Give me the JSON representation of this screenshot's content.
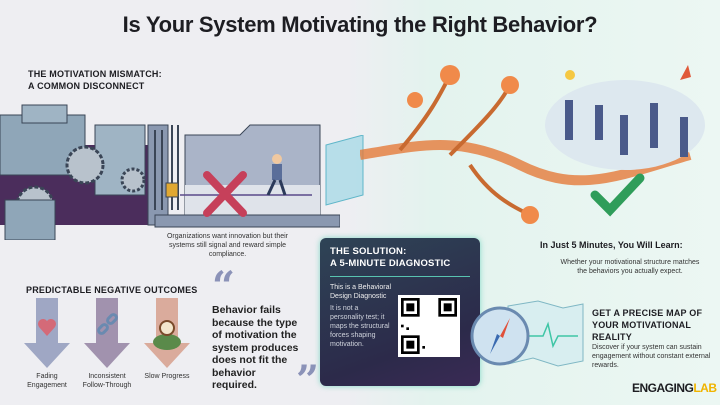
{
  "title": "Is Your System Motivating the Right Behavior?",
  "mismatch": {
    "heading_1": "THE MOTIVATION MISMATCH:",
    "heading_2": "A COMMON DISCONNECT",
    "caption": "Organizations want innovation but their systems still signal and reward simple compliance."
  },
  "outcomes": {
    "heading": "PREDICTABLE NEGATIVE OUTCOMES",
    "items": [
      {
        "label": "Fading Engagement",
        "icon": "heart-icon",
        "color": "#8b95b8"
      },
      {
        "label": "Inconsistent Follow-Through",
        "icon": "broken-chain-icon",
        "color": "#8d7a9c"
      },
      {
        "label": "Slow Progress",
        "icon": "turtle-clock-icon",
        "color": "#d49a86"
      }
    ]
  },
  "quote": "Behavior fails because the type of motivation the system produces does not fit the behavior required.",
  "solution": {
    "heading_1": "THE SOLUTION:",
    "heading_2": "A 5-MINUTE DIAGNOSTIC",
    "line_1": "This is a Behavioral Design Diagnostic",
    "line_2": "It is not a personality test; it maps the structural forces shaping motivation."
  },
  "learn": {
    "heading": "In Just 5 Minutes, You Will Learn:",
    "text": "Whether your motivational structure matches the behaviors you actually expect."
  },
  "map": {
    "heading": "GET A PRECISE MAP OF YOUR MOTIVATIONAL REALITY",
    "text": "Discover if your system can sustain engagement without constant external rewards."
  },
  "logo": {
    "part_1": "ENGAGING",
    "part_2": "LAB"
  },
  "colors": {
    "accent_teal": "#3fc6a6",
    "cross_red": "#c6405a",
    "check_green": "#2f9d5a",
    "machine_purple": "#4b2d5c"
  }
}
